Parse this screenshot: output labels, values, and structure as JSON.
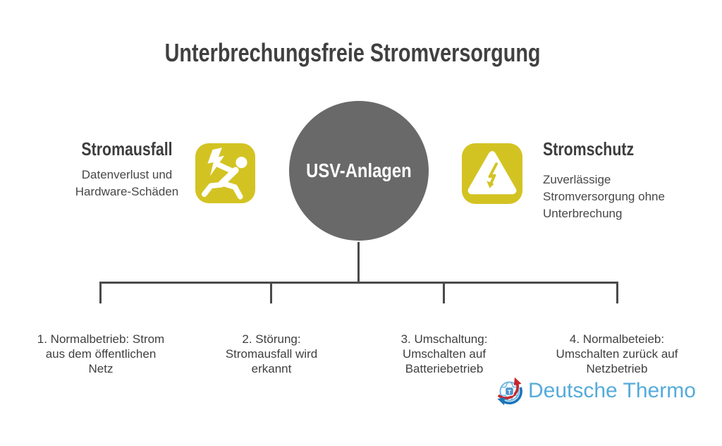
{
  "title": "Unterbrechungsfreie Stromversorgung",
  "center_node": {
    "label": "USV-Anlagen"
  },
  "left_panel": {
    "heading": "Stromausfall",
    "description": "Datenverlust und\nHardware-Schäden",
    "icon": "falling-person-shock-icon"
  },
  "right_panel": {
    "heading": "Stromschutz",
    "description": "Zuverlässige\nStromversorgung ohne\nUnterbrechung",
    "icon": "high-voltage-warning-icon"
  },
  "steps": [
    {
      "label": "1. Normalbetrieb: Strom\naus dem öffentlichen\nNetz"
    },
    {
      "label": "2. Störung:\nStromausfall wird\nerkannt"
    },
    {
      "label": "3. Umschaltung:\nUmschalten auf\nBatteriebetrieb"
    },
    {
      "label": "4. Normalbeteieb:\nUmschalten zurück auf\nNetzbetrieb"
    }
  ],
  "logo": {
    "text": "Deutsche Thermo",
    "monogram": "T",
    "icon": "globe-sync-icon"
  },
  "colors": {
    "accent_yellow": "#d3c322",
    "node_gray": "#696969",
    "line_gray": "#4a4a4a",
    "text_dark": "#3f3f3f",
    "logo_blue": "#55abdb",
    "logo_red": "#c9252b",
    "logo_dark_blue": "#1b75bc"
  }
}
